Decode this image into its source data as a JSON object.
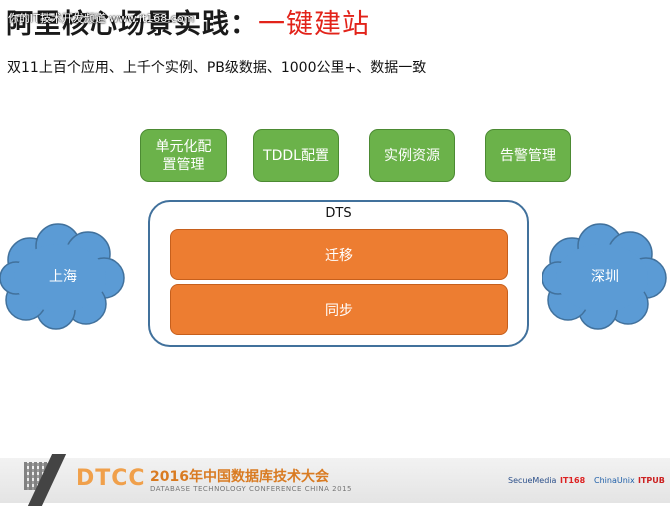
{
  "header": {
    "title_main": "阿里核心场景实践：",
    "title_accent": "一键建站",
    "watermark": "你的IT技术开发频道 www.it168.com",
    "subtitle": "双11上百个应用、上千个实例、PB级数据、1000公里+、数据一致"
  },
  "modules": [
    {
      "label": "单元化配置管理"
    },
    {
      "label": "TDDL配置"
    },
    {
      "label": "实例资源"
    },
    {
      "label": "告警管理"
    }
  ],
  "dts": {
    "label": "DTS",
    "migrate": "迁移",
    "sync": "同步"
  },
  "sites": {
    "left": "上海",
    "right": "深圳"
  },
  "footer": {
    "brand": "DTCC",
    "conference_cn": "2016年中国数据库技术大会",
    "conference_en": "DATABASE TECHNOLOGY CONFERENCE CHINA 2015",
    "logo_1": "SecueMedia",
    "logo_2": "IT168",
    "logo_3": "ChinaUnix",
    "logo_4": "ITPUB"
  },
  "colors": {
    "module_green": "#6bb24a",
    "orange": "#ed7d31",
    "cloud_blue": "#5b9bd5",
    "accent_red": "#e2231a"
  }
}
